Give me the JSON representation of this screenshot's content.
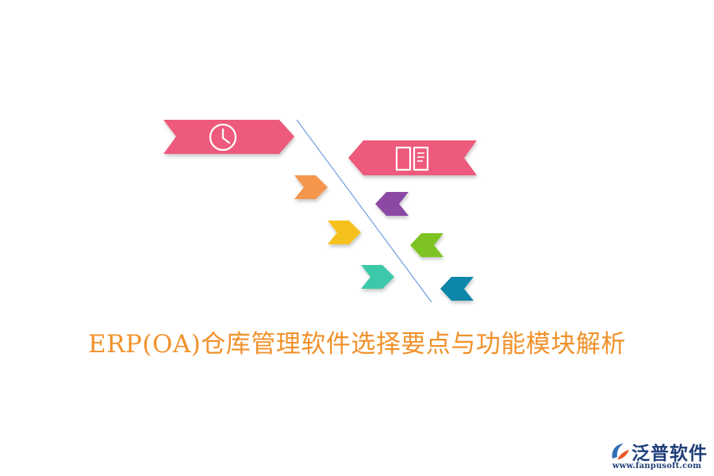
{
  "diagram": {
    "title": "ERP(OA)仓库管理软件选择要点与功能模块解析",
    "left_arrows": [
      {
        "icon": "clock-icon",
        "color": "#ee5a7b",
        "size": "large"
      },
      {
        "icon": "",
        "color": "#f5964d",
        "size": "small"
      },
      {
        "icon": "",
        "color": "#f6c11e",
        "size": "small"
      },
      {
        "icon": "",
        "color": "#3ec8a9",
        "size": "small"
      }
    ],
    "right_arrows": [
      {
        "icon": "book-icon",
        "color": "#ee5a7b",
        "size": "large"
      },
      {
        "icon": "",
        "color": "#8c48a3",
        "size": "small"
      },
      {
        "icon": "",
        "color": "#7dc422",
        "size": "small"
      },
      {
        "icon": "",
        "color": "#0a86a9",
        "size": "small"
      }
    ],
    "divider_color": "#6f9ce0",
    "title_color": "#f1912a"
  },
  "logo": {
    "name": "泛普软件",
    "url": "www.fanpusoft.com",
    "text_color": "#1f3f7a",
    "mark_colors": [
      "#e85a2a",
      "#2f6db5"
    ]
  }
}
